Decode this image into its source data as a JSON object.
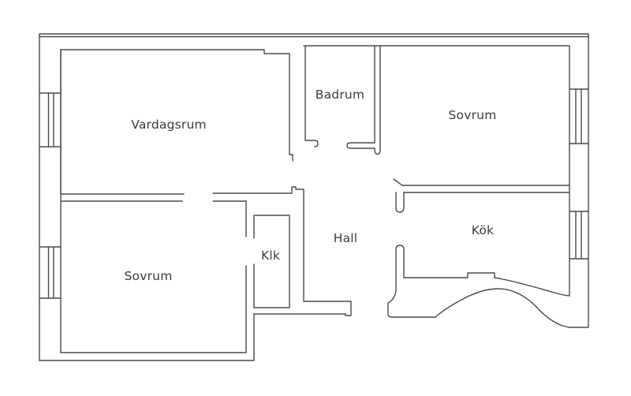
{
  "title": "Apartment floor plan",
  "rooms": {
    "vardagsrum": {
      "label": "Vardagsrum"
    },
    "badrum": {
      "label": "Badrum"
    },
    "sovrum_top": {
      "label": "Sovrum"
    },
    "sovrum_bottom": {
      "label": "Sovrum"
    },
    "hall": {
      "label": "Hall"
    },
    "klk": {
      "label": "Klk"
    },
    "kok": {
      "label": "Kök"
    }
  },
  "symbols": {
    "window_count": 4,
    "window_sides": "two windows on left exterior wall, two on right exterior wall",
    "stair_arc": "curved stairwell band at bottom right"
  },
  "colors": {
    "background": "#ffffff",
    "wall_line": "#4a4a4a",
    "label_text": "#3b3b3b"
  }
}
